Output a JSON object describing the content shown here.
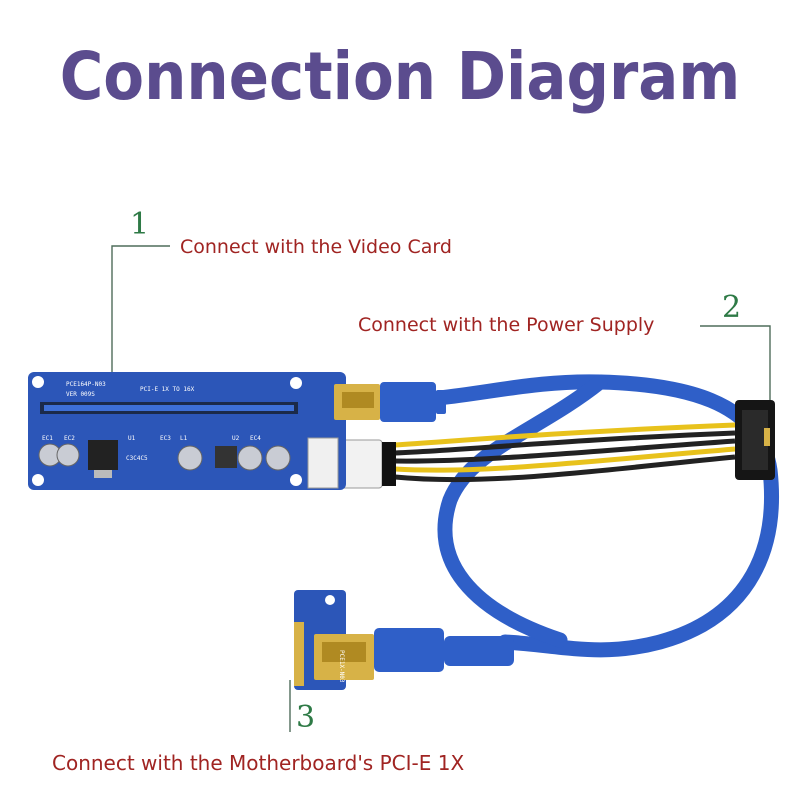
{
  "title": "Connection Diagram",
  "colors": {
    "title": "#5b4c8e",
    "label": "#a02422",
    "number": "#2e7a46",
    "leader": "#4f6d5a",
    "cable": "#2f5fc8",
    "pcb": "#2c56b8",
    "gold": "#d7b247",
    "wire_yellow": "#e8c21c",
    "wire_black": "#222222"
  },
  "callouts": [
    {
      "number": "1",
      "label": "Connect with the Video Card"
    },
    {
      "number": "2",
      "label": "Connect with the Power Supply"
    },
    {
      "number": "3",
      "label": "Connect with the Motherboard's PCI-E 1X"
    }
  ],
  "board": {
    "silkscreen_main": "PCE164P-N03",
    "silkscreen_ver": "VER 009S",
    "silkscreen_bus": "PCI-E 1X TO 16X",
    "components": [
      "EC1",
      "EC2",
      "U1",
      "C3C4C5",
      "EC3",
      "L1",
      "U2",
      "EC4"
    ]
  },
  "small_board": {
    "silkscreen": "PCE1X-N03"
  }
}
